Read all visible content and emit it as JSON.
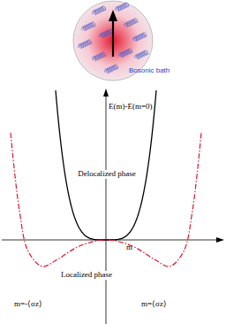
{
  "diagram": {
    "labels": [
      "Bosonic bath",
      "E(m)-E(m=0)",
      "Delocalized phase",
      "m",
      "Localized phase",
      "m=-⟨σz⟩",
      "m=⟨σz⟩"
    ]
  }
}
